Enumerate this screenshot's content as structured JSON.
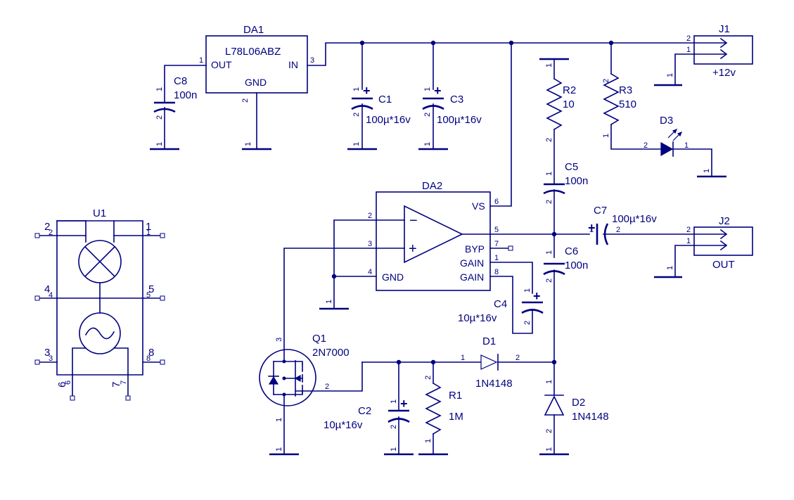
{
  "components": {
    "da1": {
      "ref": "DA1",
      "value": "L78L06ABZ",
      "pin_out": "OUT",
      "pin_in": "IN",
      "pin_gnd": "GND"
    },
    "c8": {
      "ref": "C8",
      "value": "100n"
    },
    "c1": {
      "ref": "C1",
      "value": "100µ*16v"
    },
    "c3": {
      "ref": "C3",
      "value": "100µ*16v"
    },
    "r2": {
      "ref": "R2",
      "value": "10"
    },
    "r3": {
      "ref": "R3",
      "value": "510"
    },
    "d3": {
      "ref": "D3"
    },
    "j1": {
      "ref": "J1",
      "value": "+12v"
    },
    "c5": {
      "ref": "C5",
      "value": "100n"
    },
    "da2": {
      "ref": "DA2",
      "pin_vs": "VS",
      "pin_byp": "BYP",
      "pin_gain1": "GAIN",
      "pin_gain8": "GAIN",
      "pin_gnd": "GND",
      "minus": "−",
      "plus": "+"
    },
    "c7": {
      "ref": "C7",
      "value": "100µ*16v"
    },
    "j2": {
      "ref": "J2",
      "value": "OUT"
    },
    "c6": {
      "ref": "C6",
      "value": "100n"
    },
    "c4": {
      "ref": "C4",
      "value": "10µ*16v"
    },
    "u1": {
      "ref": "U1"
    },
    "q1": {
      "ref": "Q1",
      "value": "2N7000"
    },
    "d1": {
      "ref": "D1",
      "value": "1N4148"
    },
    "d2": {
      "ref": "D2",
      "value": "1N4148"
    },
    "c2": {
      "ref": "C2",
      "value": "10µ*16v"
    },
    "r1": {
      "ref": "R1",
      "value": "1M"
    }
  },
  "polarity_mark": "+",
  "colors": {
    "wire": "#000080",
    "background": "#ffffff"
  }
}
